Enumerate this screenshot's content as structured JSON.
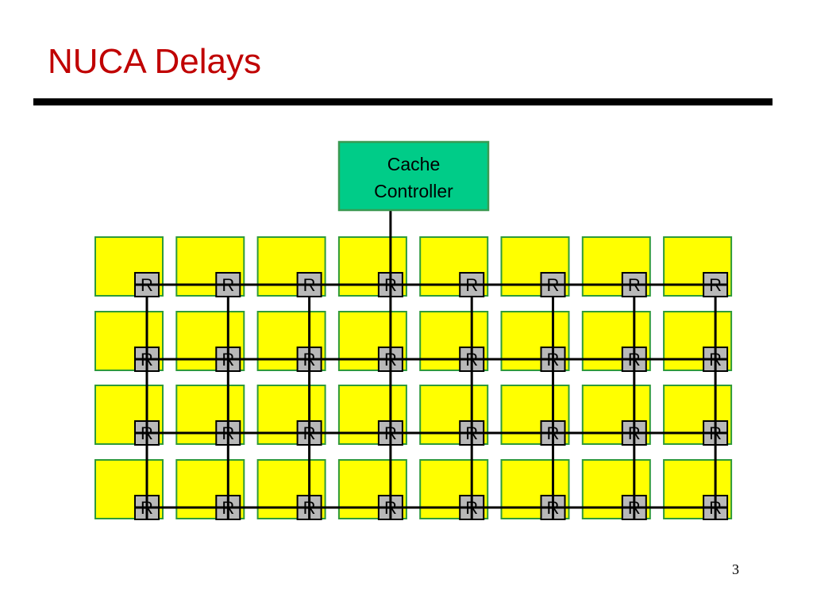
{
  "slide": {
    "title": "NUCA Delays",
    "page_number": "3"
  },
  "diagram": {
    "controller": {
      "lines": [
        "Cache",
        "Controller"
      ],
      "fill": "#00cc88",
      "stroke": "#3a9a52"
    },
    "grid": {
      "rows": 4,
      "cols": 8,
      "router_label": "R"
    },
    "colors": {
      "bank_fill": "#ffff00",
      "bank_stroke": "#2e9a3a",
      "router_fill": "#b8b8b8",
      "router_stroke": "#000000",
      "wire": "#000000"
    }
  }
}
